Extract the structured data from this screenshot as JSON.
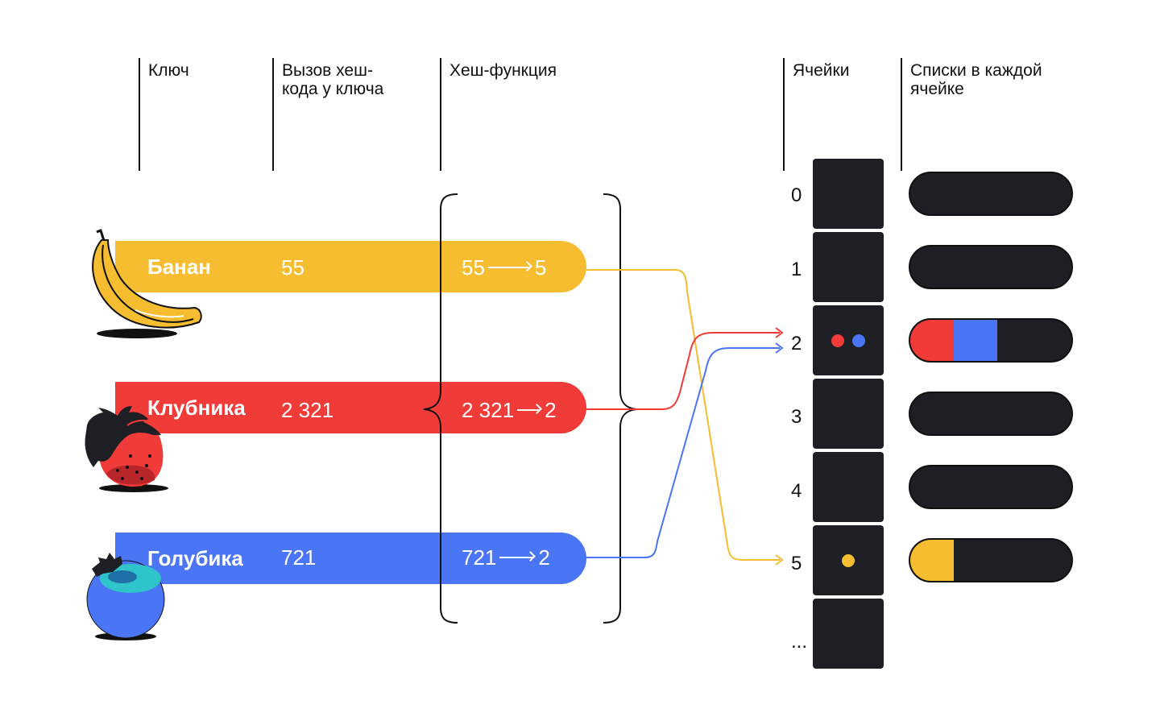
{
  "columns": {
    "key": "Ключ",
    "hashcode": [
      "Вызов хеш-",
      "кода у ключа"
    ],
    "hash_function": "Хеш-функция",
    "buckets": "Ячейки",
    "lists": [
      "Списки в каждой",
      "ячейке"
    ]
  },
  "rows": [
    {
      "key": "Банан",
      "hashcode": "55",
      "hash_input": "55",
      "hash_output": "5",
      "color": "#f5bd2f",
      "fruit": "banana-icon"
    },
    {
      "key": "Клубника",
      "hashcode": "2 321",
      "hash_input": "2 321",
      "hash_output": "2",
      "color": "#f03b38",
      "fruit": "strawberry-icon"
    },
    {
      "key": "Голубика",
      "hashcode": "721",
      "hash_input": "721",
      "hash_output": "2",
      "color": "#4a75f5",
      "fruit": "blueberry-icon"
    }
  ],
  "buckets": [
    {
      "index": "0",
      "dots": []
    },
    {
      "index": "1",
      "dots": []
    },
    {
      "index": "2",
      "dots": [
        "#f03b38",
        "#4a75f5"
      ]
    },
    {
      "index": "3",
      "dots": []
    },
    {
      "index": "4",
      "dots": []
    },
    {
      "index": "5",
      "dots": [
        "#f5bd2f"
      ]
    },
    {
      "index": "...",
      "dots": []
    }
  ],
  "colors": {
    "banana": "#f5bd2f",
    "strawberry": "#f03b38",
    "blueberry": "#4a75f5",
    "cell": "#1e1f24"
  }
}
